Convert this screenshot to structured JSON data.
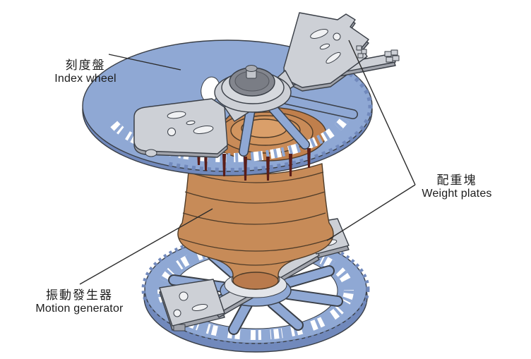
{
  "diagram": {
    "subject_parts": [
      {
        "id": "index_wheel",
        "zh": "刻度盤",
        "en": "Index wheel"
      },
      {
        "id": "weight_plates",
        "zh": "配重塊",
        "en": "Weight plates"
      },
      {
        "id": "motion_generator",
        "zh": "振動發生器",
        "en": "Motion generator"
      }
    ]
  },
  "labels": {
    "index_wheel": {
      "zh": "刻度盤",
      "en": "Index wheel"
    },
    "weight_plates": {
      "zh": "配重塊",
      "en": "Weight plates"
    },
    "motion_generator": {
      "zh": "振動發生器",
      "en": "Motion generator"
    }
  },
  "colors": {
    "background": "#FFFFFF",
    "part_blue": "#8FA8D4",
    "part_blue_shade": "#7189BC",
    "part_gray": "#CDD0D6",
    "part_gray_shade": "#A0A3AB",
    "part_copper": "#C78B58",
    "pin_maroon": "#5A1D18",
    "outline": "#3A3F47",
    "leader_line": "#2B2B2B",
    "text": "#1C1C1C"
  }
}
